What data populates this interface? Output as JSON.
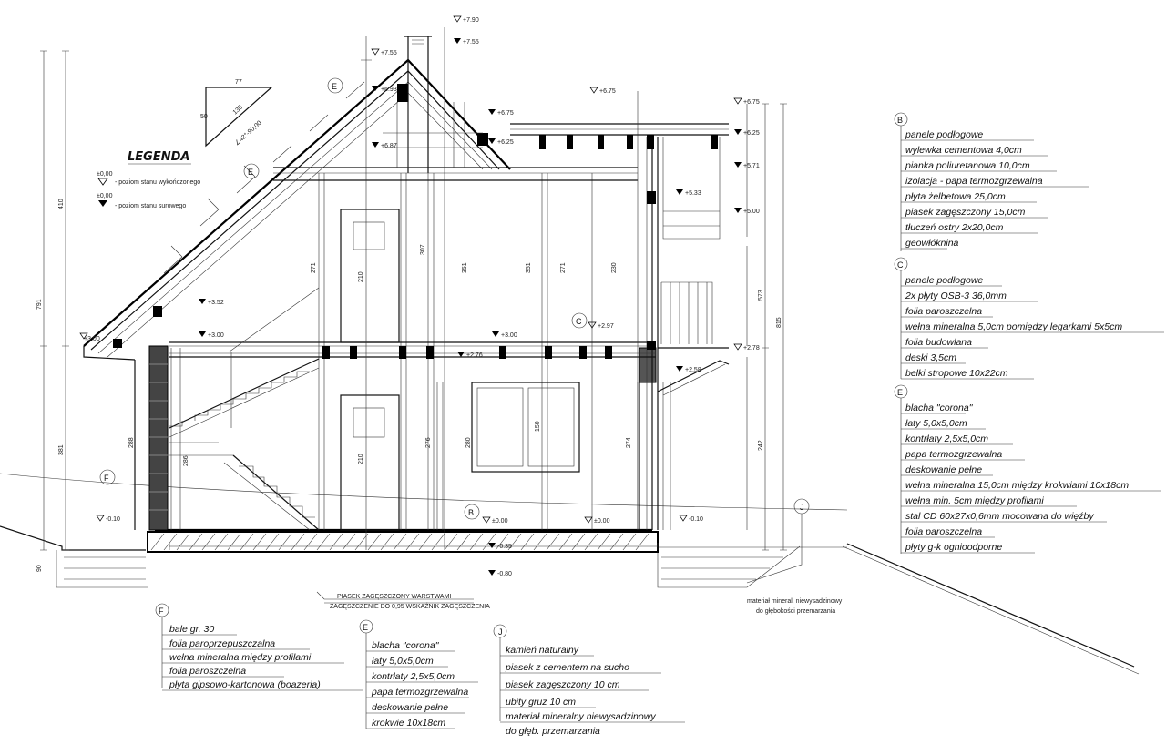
{
  "legend": {
    "title": "LEGENDA",
    "items": [
      {
        "symbol": "±0,00",
        "label": "- poziom stanu wykończonego"
      },
      {
        "symbol": "±0,00",
        "label": "- poziom stanu surowego"
      }
    ]
  },
  "roof_slope": {
    "run": "77",
    "rise": "50",
    "slope": "135",
    "angle": "∠42°-90,00"
  },
  "section_markers": [
    "B",
    "C",
    "E",
    "F",
    "J"
  ],
  "levels": {
    "ridge_top": "+7.90",
    "ridge_finished": "+7.55",
    "left_top": "+7.55",
    "left_mid": "+6.93",
    "left_low": "+6.87",
    "mid_top": "+6.75",
    "mid_finished": "+6.75",
    "mid_low": "+6.25",
    "right_top": "+6.75",
    "right_2": "+6.25",
    "right_3": "+5.71",
    "right_4": "+5.33",
    "right_5": "+5.00",
    "stair_1": "+3.52",
    "stair_2": "+3.00",
    "eave_left": "+3.00",
    "floor1": "+3.00",
    "floor1_c": "+2.97",
    "floor1_low": "+2.76",
    "balcony": "+2.78",
    "balcony_low": "+2.58",
    "ground_left": "-0.10",
    "ground_right": "-0.10",
    "zero_1": "±0.00",
    "zero_2": "±0.00",
    "slab_low": "-0.35",
    "footing": "-0.80"
  },
  "dimensions": {
    "left_total": "791",
    "left_upper": "410",
    "left_lower": "381",
    "right_total": "815",
    "right_upper": "573",
    "right_lower": "242",
    "wall_1": "271",
    "wall_2": "307",
    "wall_3": "351",
    "wall_4": "351",
    "wall_5": "271",
    "wall_6": "230",
    "door_upper": "210",
    "door_lower": "210",
    "window_h": "150",
    "ground_1": "288",
    "ground_2": "286",
    "ground_3": "276",
    "ground_4": "274",
    "ground_5": "280",
    "foundation": "90"
  },
  "specs": {
    "B": [
      "panele podłogowe",
      "wylewka cementowa 4,0cm",
      "pianka poliuretanowa 10,0cm",
      "izolacja - papa termozgrzewalna",
      "płyta żelbetowa 25,0cm",
      "piasek zagęszczony 15,0cm",
      "tłuczeń ostry 2x20,0cm",
      "geowłóknina"
    ],
    "C": [
      "panele podłogowe",
      "2x płyty OSB-3 36,0mm",
      "folia paroszczelna",
      "wełna mineralna 5,0cm pomiędzy legarkami 5x5cm",
      "folia budowlana",
      "deski 3,5cm",
      "belki stropowe 10x22cm"
    ],
    "E_right": [
      "blacha \"corona\"",
      "łaty 5,0x5,0cm",
      "kontrłaty 2,5x5,0cm",
      "papa termozgrzewalna",
      "deskowanie pełne",
      "wełna mineralna 15,0cm między krokwiami 10x18cm",
      "wełna min. 5cm między profilami",
      "stal CD 60x27x0,6mm mocowana do więźby",
      "folia paroszczelna",
      "płyty g-k ognioodporne"
    ],
    "F": [
      "bale gr. 30",
      "folia paroprzepuszczalna",
      "wełna mineralna między profilami",
      "folia paroszczelna",
      "płyta gipsowo-kartonowa (boazeria)"
    ],
    "E_bottom": [
      "blacha \"corona\"",
      "łaty 5,0x5,0cm",
      "kontrłaty 2,5x5,0cm",
      "papa termozgrzewalna",
      "deskowanie pełne",
      "krokwie 10x18cm"
    ],
    "J": [
      "kamień naturalny",
      "piasek z cementem na sucho",
      "piasek zagęszczony 10 cm",
      "ubity gruz 10 cm",
      "materiał mineralny niewysadzinowy",
      "do głęb. przemarzania"
    ]
  },
  "notes": {
    "ground_right": [
      "materiał mineral. niewysadzinowy",
      "do głębokości przemarzania"
    ],
    "ground_left": [
      "PIASEK ZAGĘSZCZONY WARSTWAMI",
      "ZAGĘSZCZENIE DO 0,95 WSKAŹNIK ZAGĘSZCZENIA"
    ]
  }
}
